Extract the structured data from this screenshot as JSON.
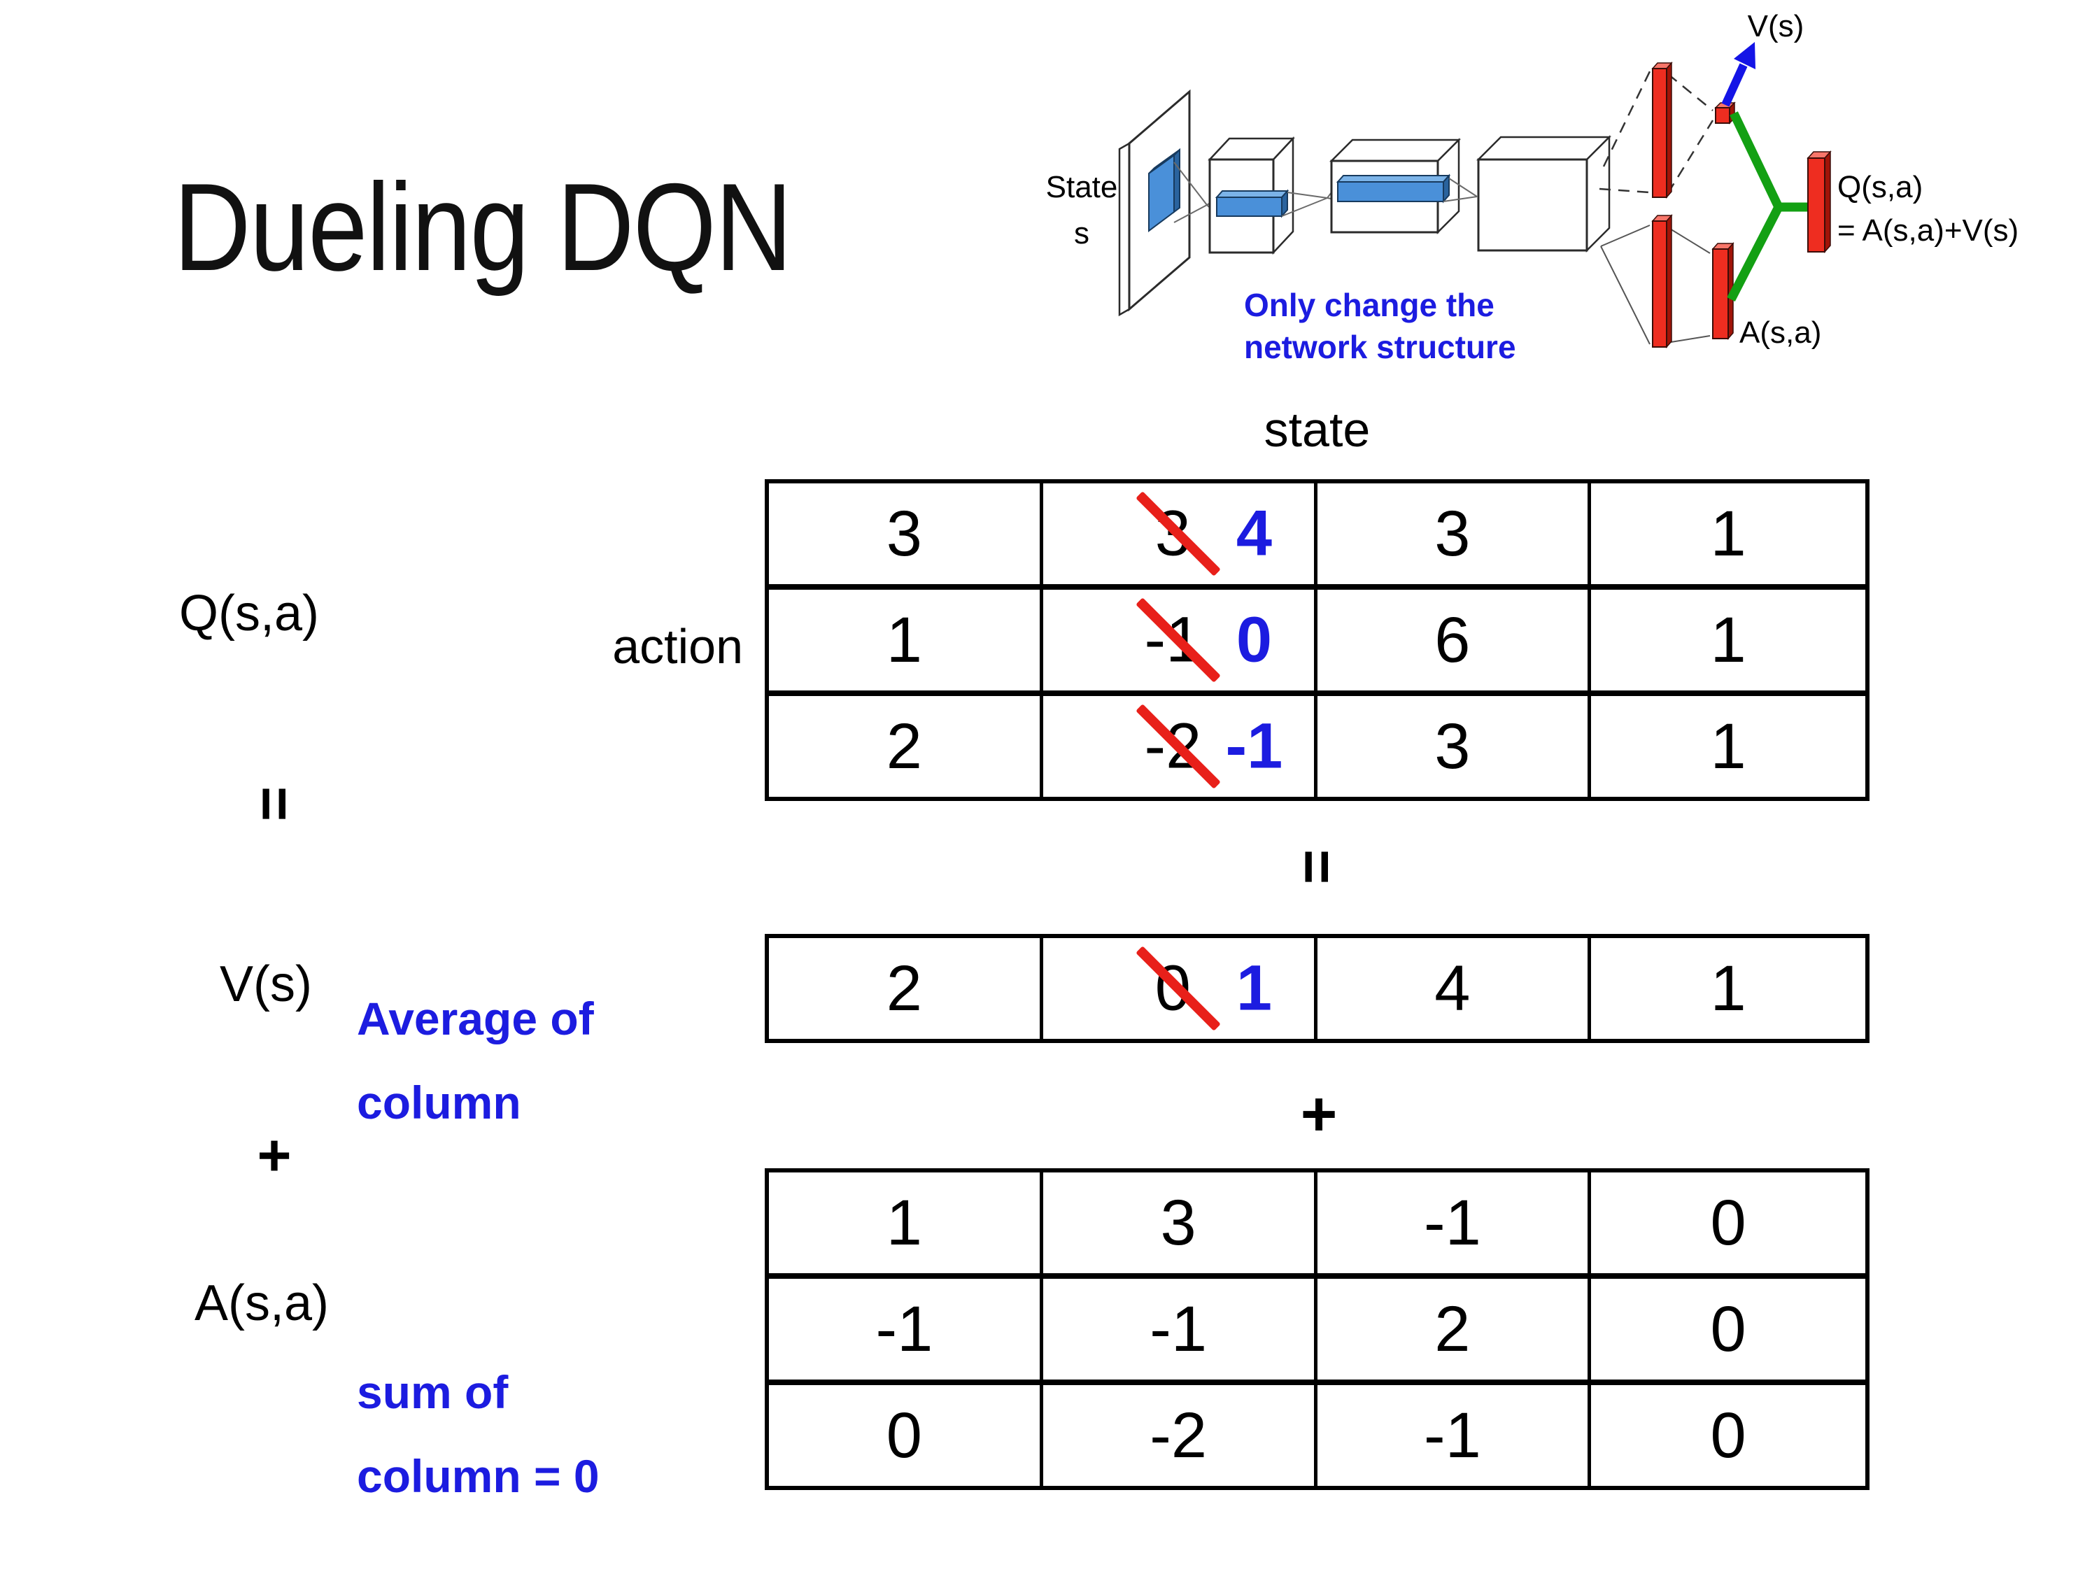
{
  "slide": {
    "title": "Dueling DQN",
    "background": "#ffffff"
  },
  "colors": {
    "annotation_blue": "#1c1ce0",
    "strike_red": "#e8201a",
    "bar_red": "#ee2d20",
    "conv_blue": "#4a90d9",
    "merge_green": "#13a013",
    "arrow_blue": "#1414e6"
  },
  "diagram": {
    "state_label": "State",
    "state_symbol": "s",
    "note_line1": "Only change the",
    "note_line2": "network structure",
    "v_output_label": "V(s)",
    "q_output_label": "Q(s,a)",
    "q_output_formula": "= A(s,a)+V(s)",
    "a_output_label": "A(s,a)"
  },
  "equation": {
    "q_label": "Q(s,a)",
    "equals": "=",
    "v_label": "V(s)",
    "plus": "+",
    "a_label": "A(s,a)",
    "state_header": "state",
    "action_label": "action",
    "equals_mid": "=",
    "plus_mid": "+",
    "v_note_line1": "Average of",
    "v_note_line2": "column",
    "a_note_line1": "sum of",
    "a_note_line2": "column = 0"
  },
  "tables": {
    "q": [
      [
        {
          "v": "3"
        },
        {
          "v": "3",
          "n": "4"
        },
        {
          "v": "3"
        },
        {
          "v": "1"
        }
      ],
      [
        {
          "v": "1"
        },
        {
          "v": "-1",
          "n": "0"
        },
        {
          "v": "6"
        },
        {
          "v": "1"
        }
      ],
      [
        {
          "v": "2"
        },
        {
          "v": "-2",
          "n": "-1"
        },
        {
          "v": "3"
        },
        {
          "v": "1"
        }
      ]
    ],
    "v": [
      [
        {
          "v": "2"
        },
        {
          "v": "0",
          "n": "1"
        },
        {
          "v": "4"
        },
        {
          "v": "1"
        }
      ]
    ],
    "a": [
      [
        {
          "v": "1"
        },
        {
          "v": "3"
        },
        {
          "v": "-1"
        },
        {
          "v": "0"
        }
      ],
      [
        {
          "v": "-1"
        },
        {
          "v": "-1"
        },
        {
          "v": "2"
        },
        {
          "v": "0"
        }
      ],
      [
        {
          "v": "0"
        },
        {
          "v": "-2"
        },
        {
          "v": "-1"
        },
        {
          "v": "0"
        }
      ]
    ]
  }
}
